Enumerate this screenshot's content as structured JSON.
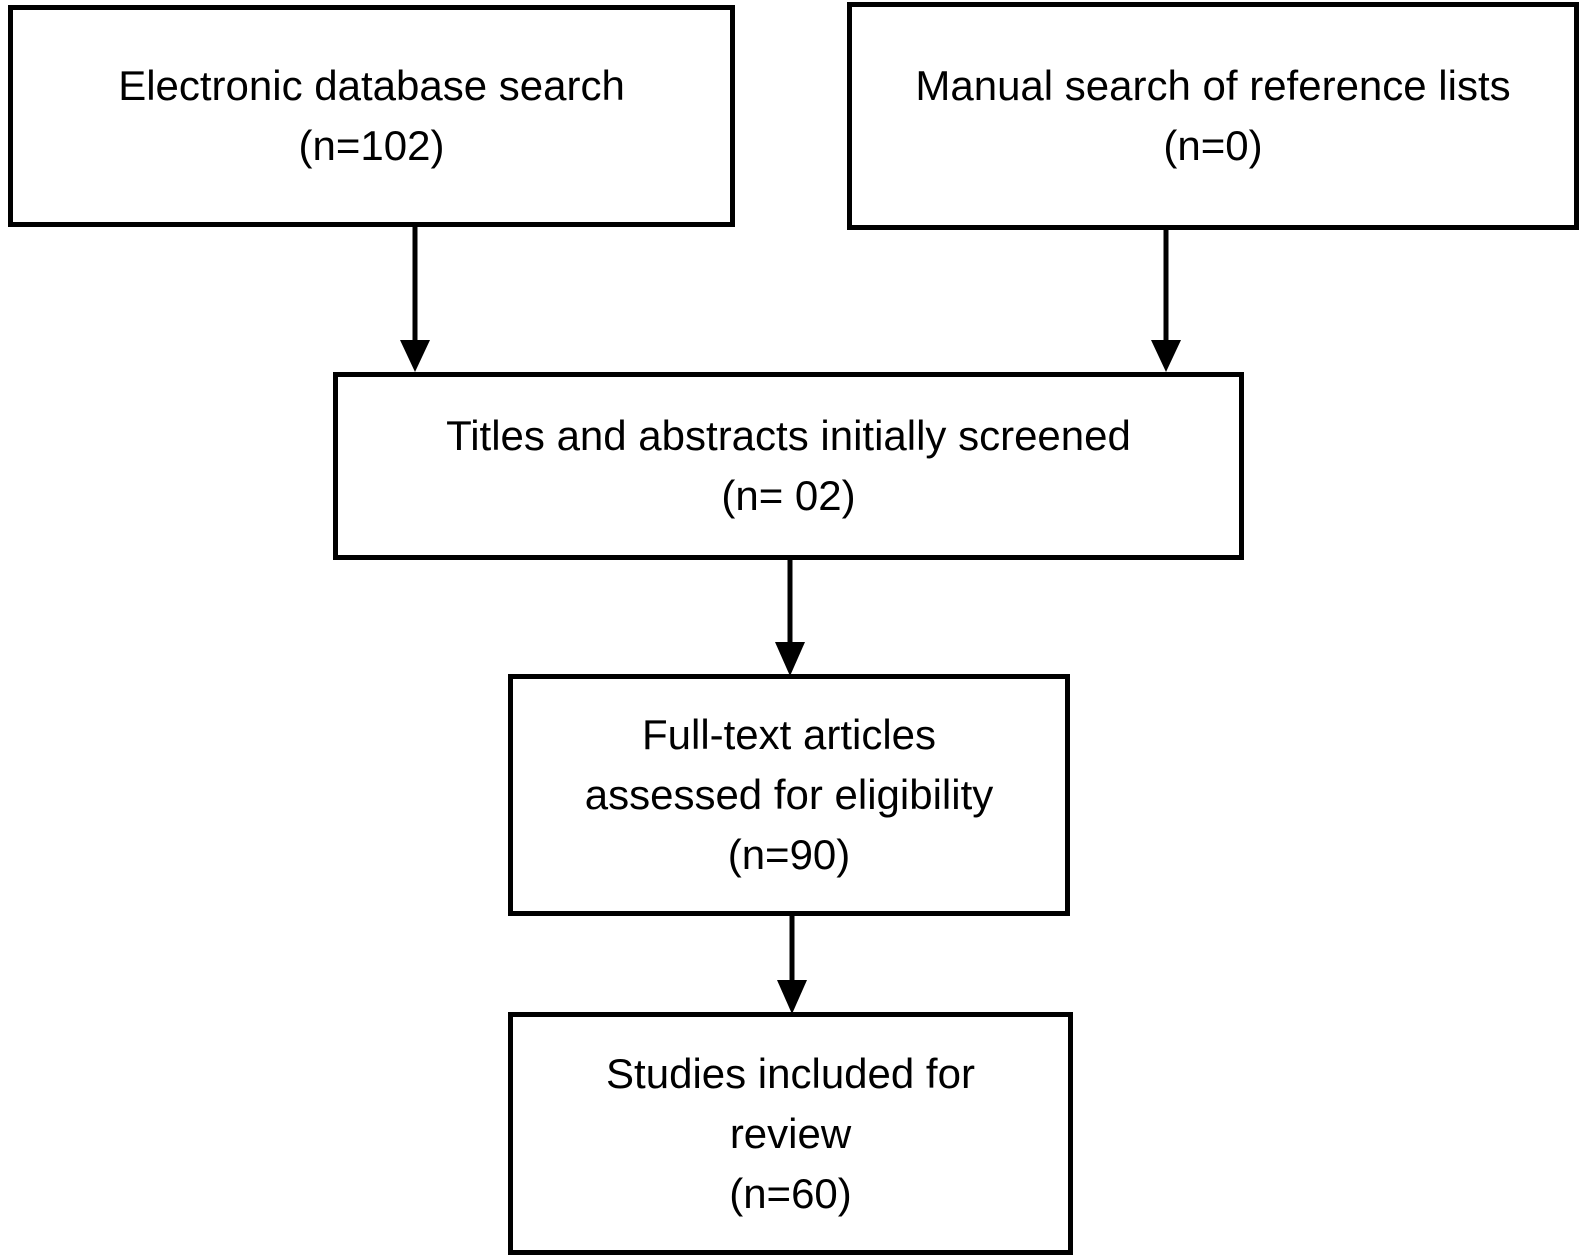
{
  "diagram": {
    "type": "flowchart",
    "background_color": "#ffffff",
    "box_border_color": "#000000",
    "text_color": "#000000",
    "boxes": [
      {
        "id": "electronic-database-search",
        "lines": [
          "Electronic database search",
          "(n=102)"
        ],
        "n": "102"
      },
      {
        "id": "manual-reference-list-search",
        "lines": [
          "Manual search of reference lists",
          "(n=0)"
        ],
        "n": "0"
      },
      {
        "id": "titles-abstracts-screened",
        "lines": [
          "Titles and abstracts initially screened",
          "(n= 02)"
        ],
        "n": "02"
      },
      {
        "id": "full-text-assessed",
        "lines": [
          "Full-text articles",
          "assessed for eligibility",
          "(n=90)"
        ],
        "n": "90"
      },
      {
        "id": "studies-included-for-review",
        "lines": [
          "Studies included for",
          "review",
          "(n=60)"
        ],
        "n": "60"
      }
    ],
    "connections": [
      {
        "from": "electronic-database-search",
        "to": "titles-abstracts-screened"
      },
      {
        "from": "manual-reference-list-search",
        "to": "titles-abstracts-screened"
      },
      {
        "from": "titles-abstracts-screened",
        "to": "full-text-assessed"
      },
      {
        "from": "full-text-assessed",
        "to": "studies-included-for-review"
      }
    ]
  }
}
